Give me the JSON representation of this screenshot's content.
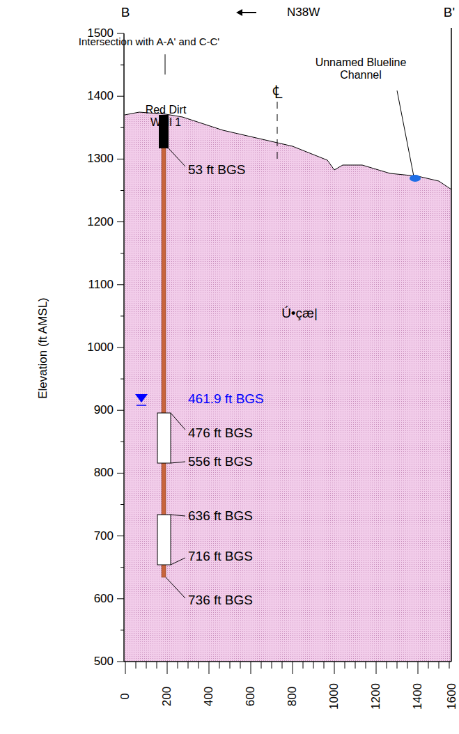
{
  "diagram": {
    "labels": [
      "B",
      "N38W",
      "B'",
      "Intersection with A-A' and C-C'",
      "Red Dirt Well 1",
      "℄",
      "Unnamed Blueline Channel",
      "53 ft BGS",
      "Ú•çæ|",
      "Elevation (ft AMSL)",
      "461.9 ft BGS",
      "476 ft BGS",
      "556 ft BGS",
      "636 ft BGS",
      "716 ft BGS",
      "736 ft BGS",
      "1500",
      "1400",
      "1300",
      "1200",
      "1100",
      "1000",
      "900",
      "800",
      "700",
      "600",
      "500",
      "0",
      "200",
      "400",
      "600",
      "800",
      "1000",
      "1200",
      "1400",
      "1600"
    ]
  }
}
